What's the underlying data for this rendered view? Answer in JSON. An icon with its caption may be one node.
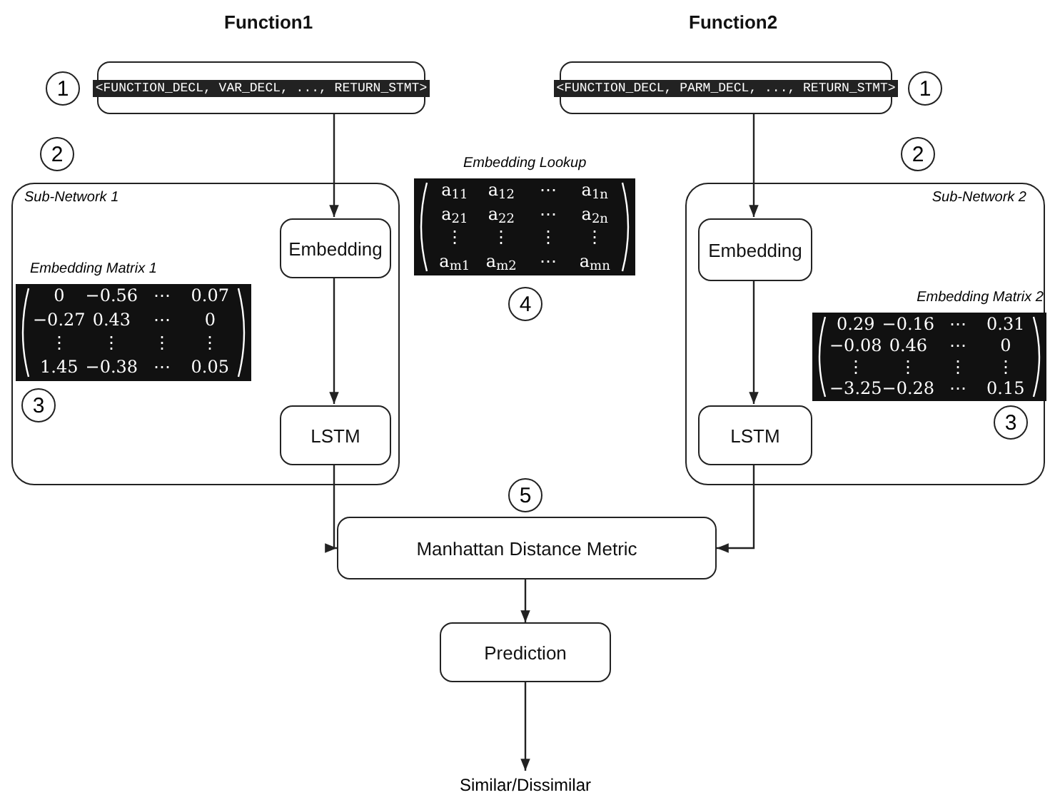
{
  "diagram": {
    "nodes": [
      {
        "text": [
          "Function1",
          "<FUNCTION_DECL, VAR_DECL, ..., RETURN_STMT>"
        ]
      },
      {
        "text": [
          "Function2",
          "<FUNCTION_DECL, PARM_DECL, ..., RETURN_STMT>"
        ]
      },
      {
        "text": [
          "Sub-Network 1"
        ]
      },
      {
        "text": [
          "Embedding"
        ],
        "in": 2
      },
      {
        "text": [
          "LSTM"
        ],
        "in": 2
      },
      {
        "text": [
          "Embedding Matrix 1",
          "0",
          "−0.56",
          "⋯",
          "0.07",
          "−0.27",
          "0.43",
          "⋯",
          "0",
          "⋮",
          "⋮",
          "⋮",
          "⋮",
          "1.45",
          "−0.38",
          "⋯",
          "0.05"
        ],
        "in": 2
      },
      {
        "text": [
          "Sub-Network 2"
        ]
      },
      {
        "text": [
          "Embedding"
        ],
        "in": 6
      },
      {
        "text": [
          "LSTM"
        ],
        "in": 6
      },
      {
        "text": [
          "Embedding Matrix 2",
          "0.29",
          "−0.16",
          "⋯",
          "0.31",
          "−0.08",
          "0.46",
          "⋯",
          "0",
          "⋮",
          "⋮",
          "⋮",
          "⋮",
          "−3.25",
          "−0.28",
          "⋯",
          "0.15"
        ],
        "in": 6
      },
      {
        "text": [
          "Embedding Lookup",
          "a$_{11}$",
          "a$_{12}$",
          "⋯",
          "a$_{1n}$",
          "a$_{21}$",
          "a$_{22}$",
          "⋯",
          "a$_{2n}$",
          "⋮",
          "⋮",
          "⋮",
          "⋮",
          "a$_{m1}$",
          "a$_{m2}$",
          "⋯",
          "a$_{mn}$"
        ]
      },
      {
        "text": [
          "Manhattan Distance Metric"
        ]
      },
      {
        "text": [
          "Prediction"
        ]
      },
      {
        "text": [
          "Similar/Dissimilar"
        ]
      }
    ],
    "edges": [
      {
        "from": 0,
        "to": 3,
        "arrow": "to"
      },
      {
        "from": 3,
        "to": 4,
        "arrow": "to"
      },
      {
        "from": 1,
        "to": 7,
        "arrow": "to"
      },
      {
        "from": 7,
        "to": 8,
        "arrow": "to"
      },
      {
        "from": 4,
        "to": 11,
        "arrow": "to"
      },
      {
        "from": 8,
        "to": 11,
        "arrow": "to"
      },
      {
        "from": 11,
        "to": 12,
        "arrow": "to"
      },
      {
        "from": 12,
        "to": 13,
        "arrow": "to"
      }
    ],
    "labels": [
      "1",
      "1",
      "2",
      "2",
      "4",
      "3",
      "3",
      "5"
    ]
  }
}
